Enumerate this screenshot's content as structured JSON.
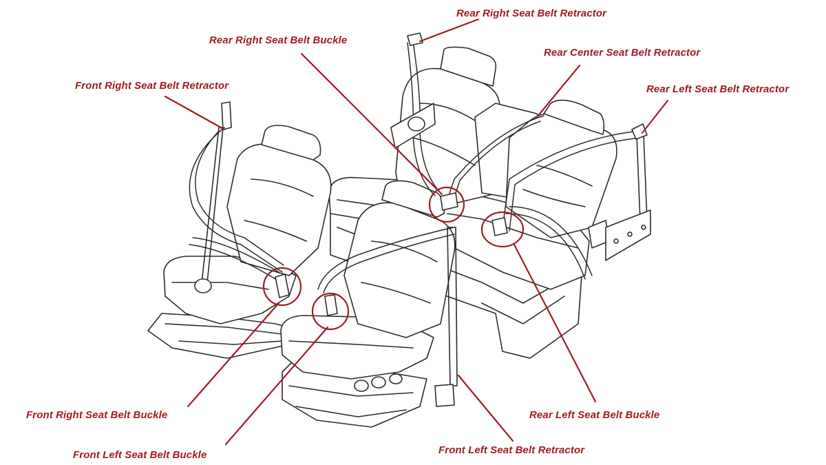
{
  "accent_color": "#a31a22",
  "line_color": "#2b2b2b",
  "labels": {
    "rear_right_retractor": "Rear Right Seat Belt Retractor",
    "rear_right_buckle": "Rear Right Seat Belt Buckle",
    "rear_center_retractor": "Rear Center Seat Belt Retractor",
    "front_right_retractor": "Front Right Seat Belt Retractor",
    "rear_left_retractor": "Rear Left Seat Belt Retractor",
    "front_right_buckle": "Front Right Seat Belt Buckle",
    "rear_left_buckle": "Rear Left Seat Belt Buckle",
    "front_left_buckle": "Front Left Seat Belt Buckle",
    "front_left_retractor": "Front Left Seat Belt Retractor"
  },
  "icons": {
    "callout": "leader-line",
    "highlight": "circle-highlight"
  }
}
